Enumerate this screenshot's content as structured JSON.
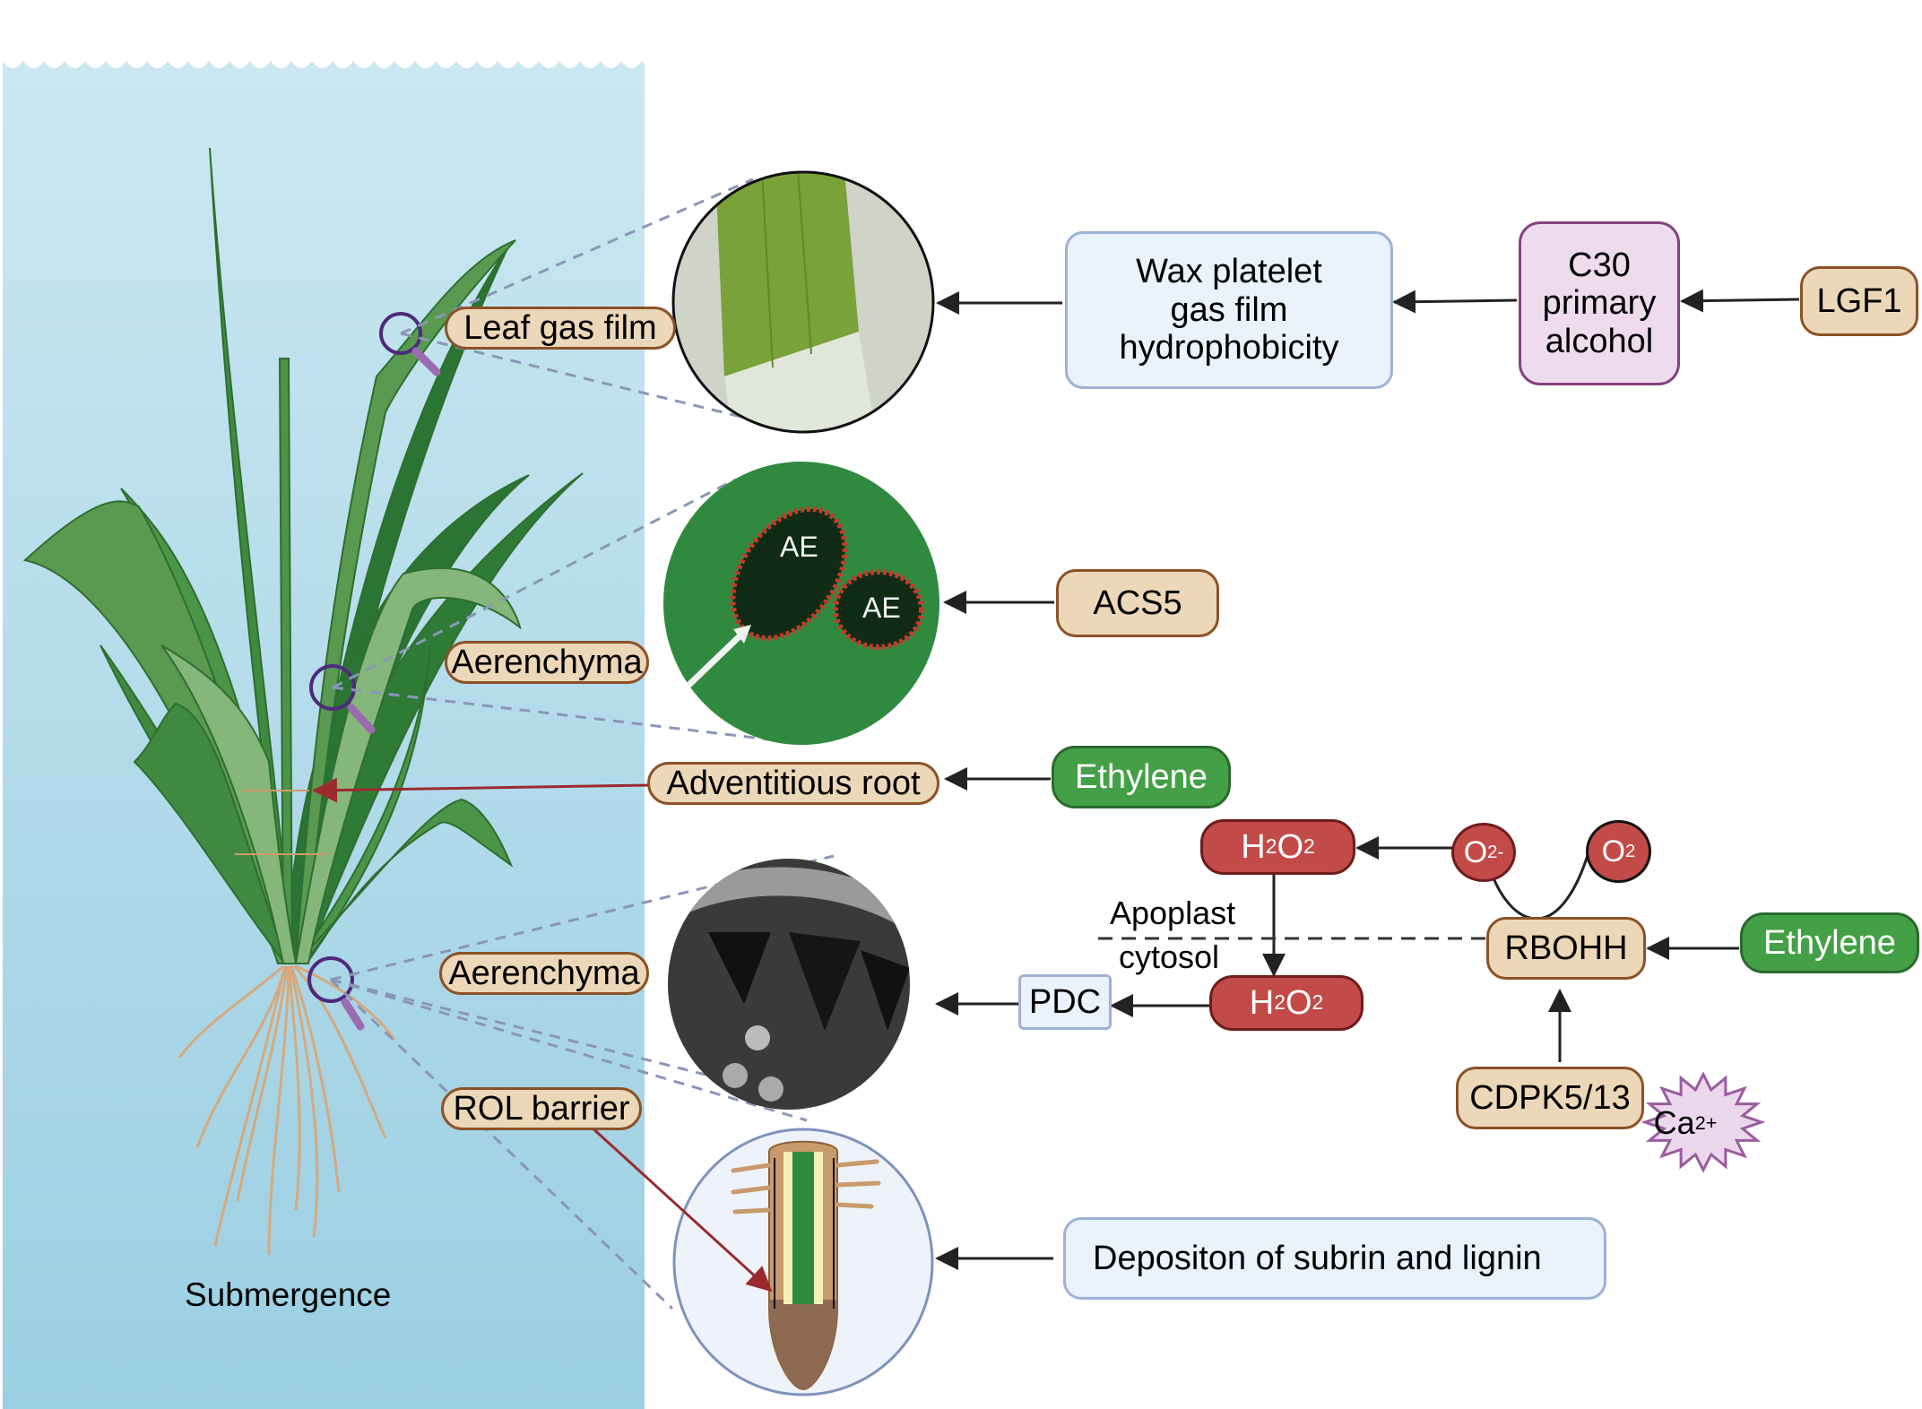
{
  "figure": {
    "environment_label": "Submergence",
    "plant_labels": {
      "leaf_gas_film": "Leaf gas film",
      "aerenchyma_shoot": "Aerenchyma",
      "adventitious_root": "Adventitious root",
      "aerenchyma_root": "Aerenchyma",
      "rol_barrier": "ROL barrier"
    },
    "micrographs": {
      "leaf": "leaf-gas-film-photo",
      "aerenchyma_fluorescence": {
        "labels": [
          "AE",
          "AE"
        ]
      },
      "aerenchyma_sem": "root-cross-section-sem",
      "root_diagram": "root-longitudinal-section"
    },
    "pathways": {
      "wax": {
        "outcome": [
          "Wax platelet",
          "gas film",
          "hydrophobicity"
        ],
        "intermediate": [
          "C30",
          "primary",
          "alcohol"
        ],
        "regulator": "LGF1"
      },
      "acs": {
        "regulator": "ACS5"
      },
      "adventitious": {
        "regulator": "Ethylene"
      },
      "ros": {
        "h2o2_apoplast": {
          "main": "H",
          "s1": "2",
          "mid": "O",
          "s2": "2"
        },
        "h2o2_cytosol": {
          "main": "H",
          "s1": "2",
          "mid": "O",
          "s2": "2"
        },
        "superoxide": {
          "main": "O",
          "sub": "2",
          "sup": "-"
        },
        "oxygen": {
          "main": "O",
          "sub": "2"
        },
        "apoplast_label": "Apoplast",
        "cytosol_label": "cytosol",
        "pdc": "PDC",
        "rbohh": "RBOHH",
        "ethylene": "Ethylene",
        "cdpk": "CDPK5/13",
        "calcium": {
          "main": "Ca",
          "sup": "2+"
        }
      },
      "rol": {
        "outcome": "Depositon of subrin and lignin"
      }
    },
    "colors": {
      "water_top": "#cbe8f1",
      "water_bottom": "#9bcfe3",
      "beige_fill": "#ecd7b8",
      "beige_border": "#8b5227",
      "blue_fill": "#eaf2fb",
      "purple_fill": "#eedcec",
      "green_fill": "#44a047",
      "red_fill": "#c24a48",
      "red_arrow": "#9b2a2e",
      "dash_line": "#8a96b8"
    }
  }
}
